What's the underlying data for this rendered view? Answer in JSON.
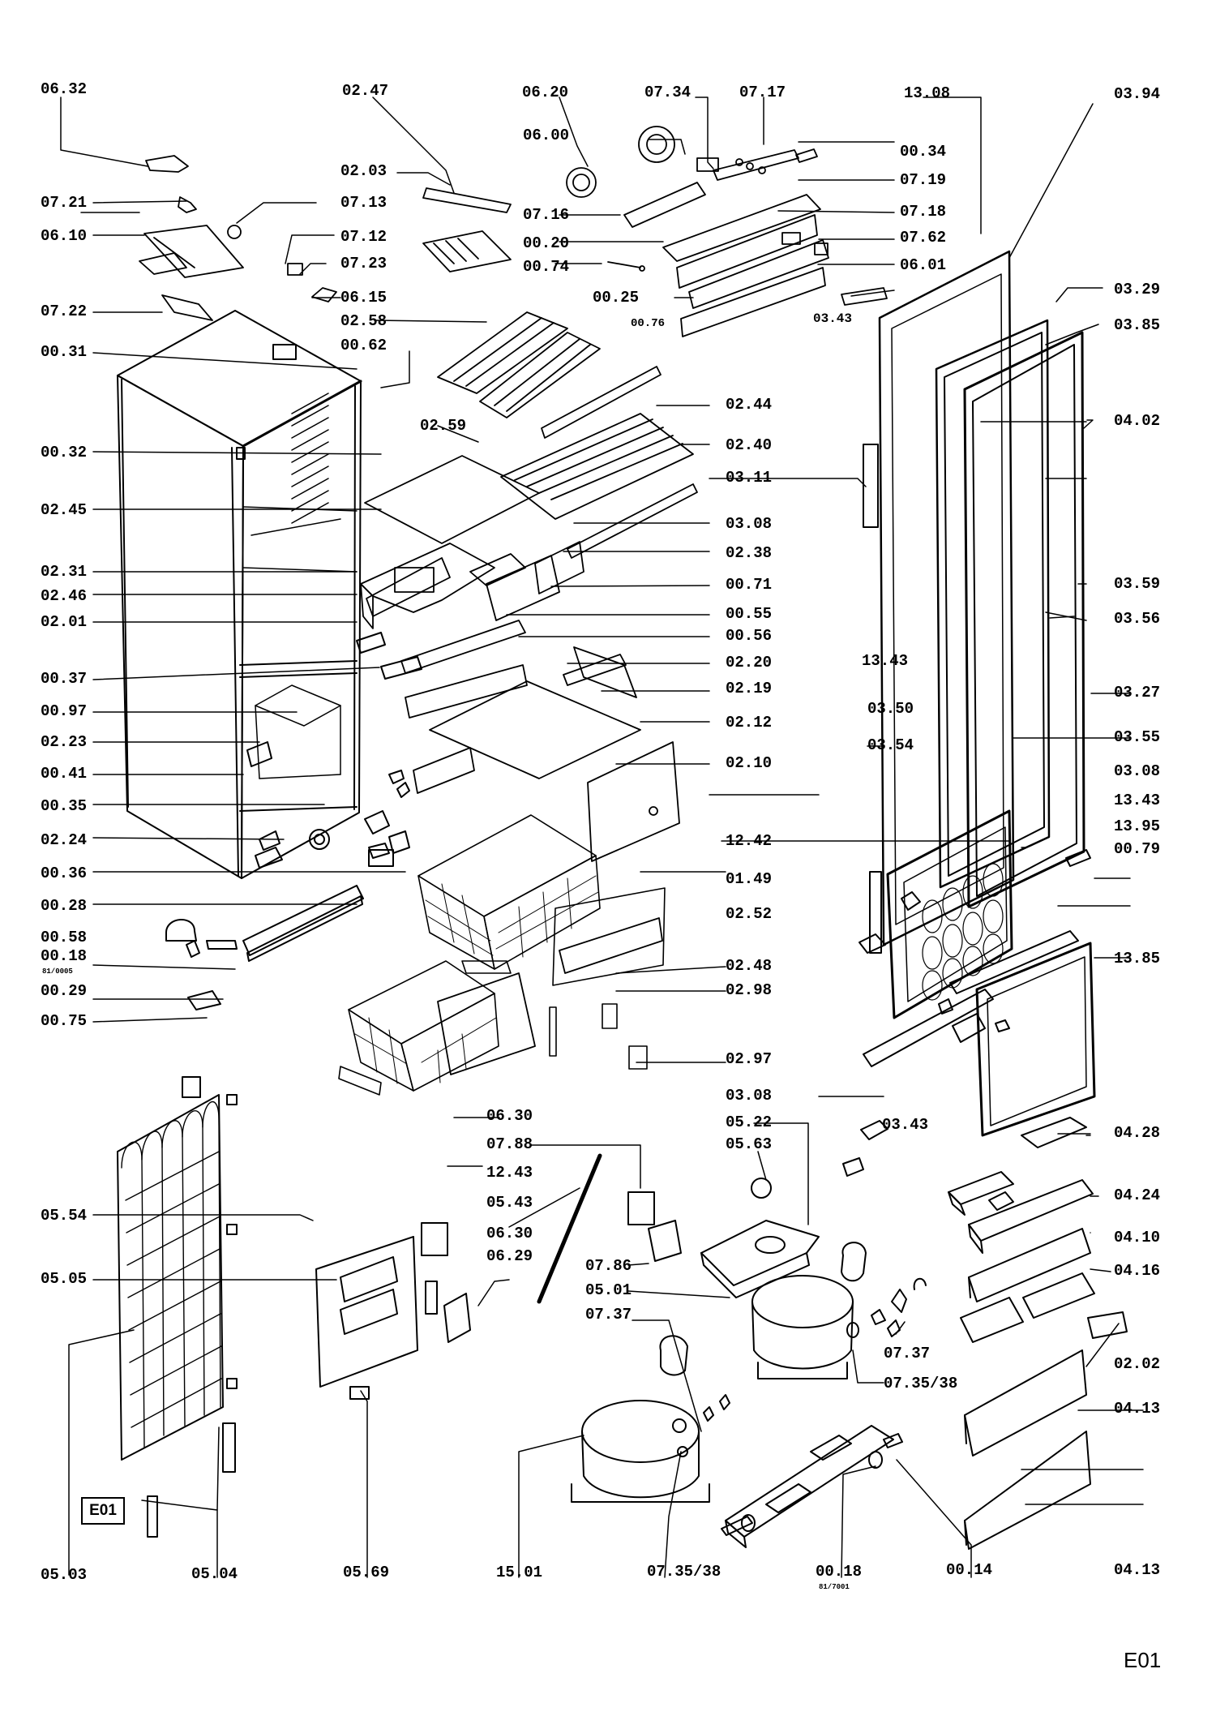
{
  "diagram": {
    "page_code": "E01",
    "ref_box": "E01",
    "sublabels": {
      "left": "81/0005",
      "bottom": "81/7001"
    },
    "labels": {
      "l0632": "06.32",
      "l0247": "02.47",
      "l0620": "06.20",
      "l0734": "07.34",
      "l0717": "07.17",
      "l1308": "13.08",
      "l0394": "03.94",
      "l0600": "06.00",
      "l0034": "00.34",
      "l0203": "02.03",
      "l0719": "07.19",
      "l0721": "07.21",
      "l0713": "07.13",
      "l0716": "07.16",
      "l0718": "07.18",
      "l0610": "06.10",
      "l0712": "07.12",
      "l0020": "00.20",
      "l0762": "07.62",
      "l0723": "07.23",
      "l0074": "00.74",
      "l0601": "06.01",
      "l0615": "06.15",
      "l0025": "00.25",
      "l0329": "03.29",
      "l0722": "07.22",
      "l0076": "00.76",
      "l0343a": "03.43",
      "l0385": "03.85",
      "l0258": "02.58",
      "l0031": "00.31",
      "l0062": "00.62",
      "l0259": "02.59",
      "l0244": "02.44",
      "l0402": "04.02",
      "l0032": "00.32",
      "l0240": "02.40",
      "l0245": "02.45",
      "l0311": "03.11",
      "l0308a": "03.08",
      "l0238": "02.38",
      "l0231": "02.31",
      "l0071": "00.71",
      "l0359": "03.59",
      "l0246": "02.46",
      "l0055": "00.55",
      "l0201": "02.01",
      "l0356": "03.56",
      "l0056": "00.56",
      "l1343a": "13.43",
      "l0220": "02.20",
      "l0037": "00.37",
      "l0219": "02.19",
      "l0327": "03.27",
      "l0097": "00.97",
      "l0350": "03.50",
      "l0212": "02.12",
      "l0223": "02.23",
      "l0355": "03.55",
      "l0354": "03.54",
      "l0041": "00.41",
      "l0210": "02.10",
      "l0308b": "03.08",
      "l1343b": "13.43",
      "l0035": "00.35",
      "l1395": "13.95",
      "l0224": "02.24",
      "l1242": "12.42",
      "l0079": "00.79",
      "l0036": "00.36",
      "l0149": "01.49",
      "l0028": "00.28",
      "l0252": "02.52",
      "l0058": "00.58",
      "l1385": "13.85",
      "l0018a": "00.18",
      "l0248": "02.48",
      "l0029": "00.29",
      "l0298": "02.98",
      "l0075": "00.75",
      "l0297": "02.97",
      "l0308c": "03.08",
      "l0630a": "06.30",
      "l0343b": "03.43",
      "l0522": "05.22",
      "l0788": "07.88",
      "l0428": "04.28",
      "l0563": "05.63",
      "l1243": "12.43",
      "l0543": "05.43",
      "l0424": "04.24",
      "l0554": "05.54",
      "l0630b": "06.30",
      "l0410": "04.10",
      "l0505": "05.05",
      "l0629": "06.29",
      "l0786": "07.86",
      "l0416": "04.16",
      "l0501": "05.01",
      "l0737a": "07.37",
      "l0202": "02.02",
      "l0737b": "07.37",
      "l07358a": "07.35/38",
      "l0413a": "04.13",
      "l0413b": "04.13",
      "l0503": "05.03",
      "l0504": "05.04",
      "l0569": "05.69",
      "l1501": "15.01",
      "l07358b": "07.35/38",
      "l0018b": "00.18",
      "l0014": "00.14"
    }
  }
}
